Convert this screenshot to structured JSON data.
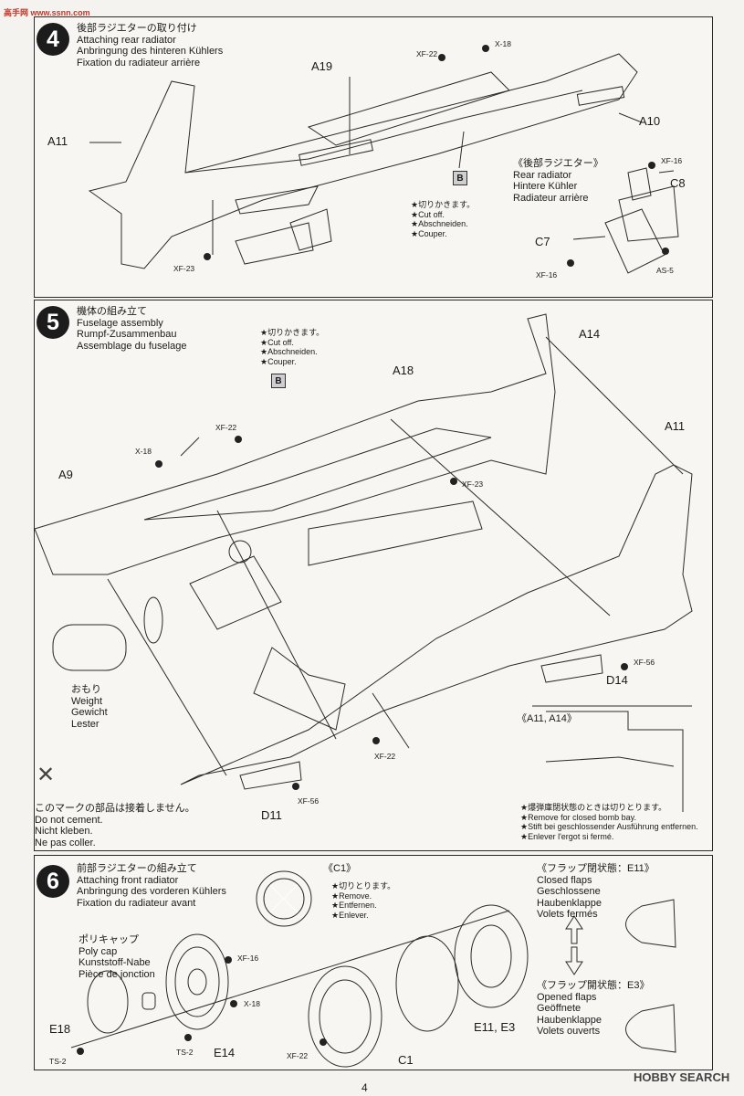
{
  "header_logo": "高手网 www.ssnn.com",
  "footer": {
    "page_number": "4",
    "watermark": "HOBBY SEARCH"
  },
  "step4": {
    "number": "4",
    "title_lines": [
      "後部ラジエターの取り付け",
      "Attaching rear radiator",
      "Anbringung des hinteren Kühlers",
      "Fixation du radiateur arrière"
    ],
    "parts": [
      "A11",
      "A19",
      "A10",
      "C8",
      "C7",
      "B"
    ],
    "paints": [
      "XF-22",
      "X-18",
      "XF-23",
      "XF-16",
      "XF-16",
      "AS-5"
    ],
    "cut_note": [
      "★切りかきます。",
      "★Cut off.",
      "★Abschneiden.",
      "★Couper."
    ],
    "radiator_label": [
      "《後部ラジエター》",
      "Rear radiator",
      "Hintere Kühler",
      "Radiateur arrière"
    ]
  },
  "step5": {
    "number": "5",
    "title_lines": [
      "機体の組み立て",
      "Fuselage assembly",
      "Rumpf-Zusammenbau",
      "Assemblage du fuselage"
    ],
    "parts": [
      "A14",
      "A18",
      "A11",
      "A9",
      "D14",
      "D11",
      "B"
    ],
    "paints": [
      "XF-22",
      "X-18",
      "XF-23",
      "XF-56",
      "XF-22",
      "XF-56"
    ],
    "cut_note": [
      "★切りかきます。",
      "★Cut off.",
      "★Abschneiden.",
      "★Couper."
    ],
    "weight_label": [
      "おもり",
      "Weight",
      "Gewicht",
      "Lester"
    ],
    "no_cement": [
      "このマークの部品は接着しません。",
      "Do not cement.",
      "Nicht kleben.",
      "Ne pas coller."
    ],
    "detail_label": "《A11, A14》",
    "bomb_bay_note": [
      "★爆弾庫閉状態のときは切りとります。",
      "★Remove for closed bomb bay.",
      "★Stift bei geschlossender Ausführung entfernen.",
      "★Enlever l'ergot si fermé."
    ]
  },
  "step6": {
    "number": "6",
    "title_lines": [
      "前部ラジエターの組み立て",
      "Attaching front radiator",
      "Anbringung des vorderen Kühlers",
      "Fixation du radiateur avant"
    ],
    "polycap_label": [
      "ポリキャップ",
      "Poly cap",
      "Kunststoff-Nabe",
      "Pièce de jonction"
    ],
    "c1_label": "《C1》",
    "c1_note": [
      "★切りとります。",
      "★Remove.",
      "★Entfernen.",
      "★Enlever."
    ],
    "parts": [
      "E18",
      "E14",
      "C1",
      "E11, E3"
    ],
    "paints": [
      "XF-16",
      "X-18",
      "TS-2",
      "TS-2",
      "XF-22"
    ],
    "closed_flaps": [
      "《フラップ閉状態：E11》",
      "Closed flaps",
      "Geschlossene",
      "Haubenklappe",
      "Volets fermés"
    ],
    "opened_flaps": [
      "《フラップ開状態：E3》",
      "Opened flaps",
      "Geöffnete",
      "Haubenklappe",
      "Volets ouverts"
    ]
  }
}
